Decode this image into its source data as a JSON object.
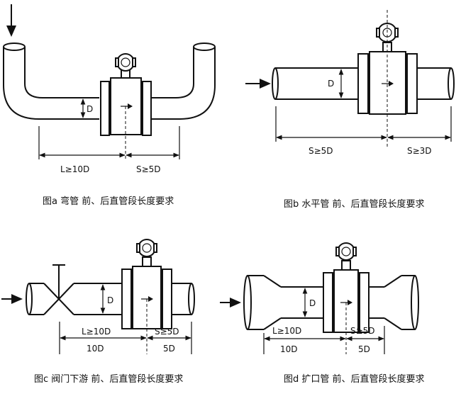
{
  "panels": {
    "a": {
      "caption": "图a 弯管  前、后直管段长度要求",
      "D_label": "D",
      "upstream_label": "L≥10D",
      "downstream_label": "S≥5D"
    },
    "b": {
      "caption": "图b 水平管 前、后直管段长度要求",
      "D_label": "D",
      "upstream_label": "S≥5D",
      "downstream_label": "S≥3D"
    },
    "c": {
      "caption": "图c 阀门下游   前、后直管段长度要求",
      "D_label": "D",
      "upstream_label": "L≥10D",
      "downstream_label": "S≥5D",
      "upstream_sub": "10D",
      "downstream_sub": "5D"
    },
    "d": {
      "caption": "图d 扩口管   前、后直管段长度要求",
      "D_label": "D",
      "upstream_label": "L≥10D",
      "downstream_label": "S≥5D",
      "upstream_sub": "10D",
      "downstream_sub": "5D"
    }
  }
}
